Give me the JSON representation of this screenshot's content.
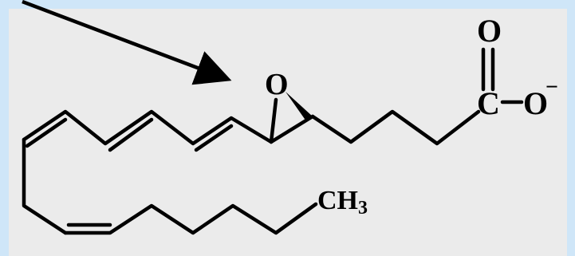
{
  "colors": {
    "border": "#cfe6f8",
    "panel": "#ebebeb",
    "ink": "#000000"
  },
  "structure": {
    "atoms": {
      "carbonyl_oxygen": "O",
      "carboxyl_carbon": "C",
      "carboxylate_oxygen": "O",
      "charge": "−",
      "epoxide_oxygen": "O",
      "methyl": "CH",
      "methyl_subscript": "3"
    }
  }
}
